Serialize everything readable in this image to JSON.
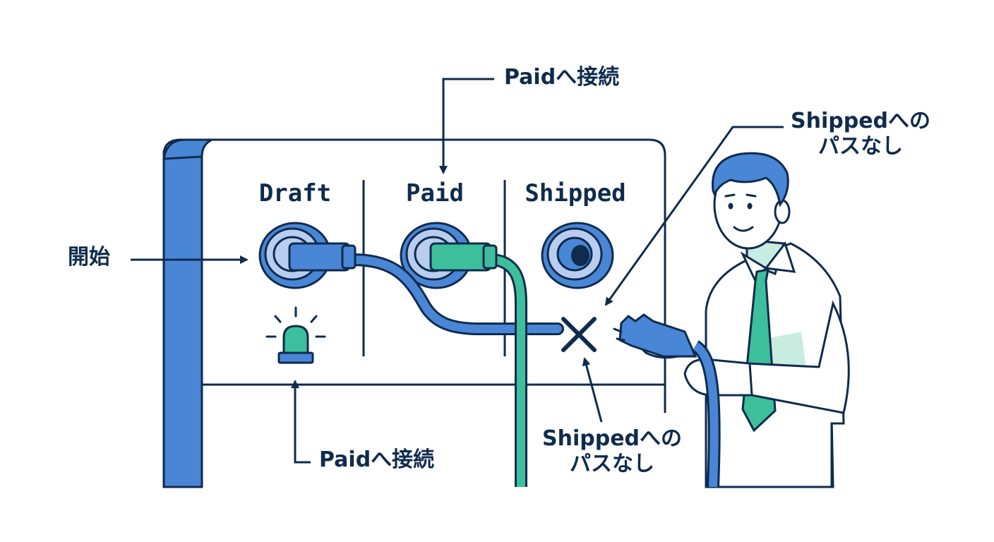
{
  "slots": {
    "draft": "Draft",
    "paid": "Paid",
    "shipped": "Shipped"
  },
  "annotations": {
    "start": "開始",
    "top_connect": "Paidへ接続",
    "bottom_connect": "Paidへ接続",
    "right_top_line1": "Shippedへの",
    "right_top_line2": "パスなし",
    "bottom_mid_line1": "Shippedへの",
    "bottom_mid_line2": "パスなし"
  },
  "colors": {
    "ink": "#0f2b4d",
    "blue": "#3f7fd1",
    "blue_light": "#b9cdf0",
    "green": "#3dbf9b",
    "green_light": "#c9ece0"
  }
}
